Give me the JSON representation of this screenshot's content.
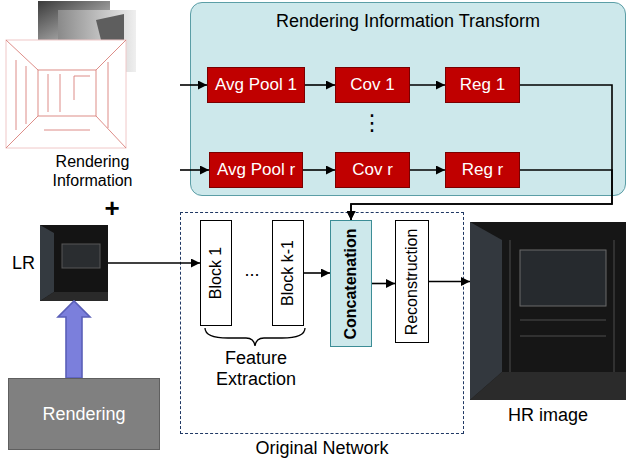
{
  "diagram": {
    "nodes": [
      {
        "text": [
          "Rendering Information"
        ]
      },
      {
        "text": [
          "Rendering Information Transform"
        ]
      },
      {
        "text": [
          "Avg Pool 1"
        ],
        "in": 1
      },
      {
        "text": [
          "Cov 1"
        ],
        "in": 1
      },
      {
        "text": [
          "Reg 1"
        ],
        "in": 1
      },
      {
        "text": [
          "Avg Pool r"
        ],
        "in": 1
      },
      {
        "text": [
          "Cov r"
        ],
        "in": 1
      },
      {
        "text": [
          "Reg r"
        ],
        "in": 1
      },
      {
        "text": [
          "LR"
        ]
      },
      {
        "text": [
          "Original Network"
        ]
      },
      {
        "text": [
          "Block 1"
        ],
        "in": 9
      },
      {
        "text": [
          "Block k-1"
        ],
        "in": 9
      },
      {
        "text": [
          "Concatenation"
        ],
        "in": 9
      },
      {
        "text": [
          "Reconstruction"
        ],
        "in": 9
      },
      {
        "text": [
          "HR image"
        ]
      },
      {
        "text": [
          "Rendering"
        ]
      }
    ],
    "edges": [
      {
        "from": 0,
        "to": 2,
        "arrow": "to"
      },
      {
        "from": 0,
        "to": 5,
        "arrow": "to"
      },
      {
        "from": 2,
        "to": 3,
        "arrow": "to"
      },
      {
        "from": 3,
        "to": 4,
        "arrow": "to"
      },
      {
        "from": 5,
        "to": 6,
        "arrow": "to"
      },
      {
        "from": 6,
        "to": 7,
        "arrow": "to"
      },
      {
        "from": 4,
        "to": 12,
        "arrow": "to"
      },
      {
        "from": 7,
        "to": 12,
        "arrow": "to"
      },
      {
        "from": 15,
        "to": 8,
        "arrow": "to"
      },
      {
        "from": 8,
        "to": 10,
        "arrow": "to"
      },
      {
        "from": 11,
        "to": 12,
        "arrow": "to"
      },
      {
        "from": 12,
        "to": 13,
        "arrow": "to"
      },
      {
        "from": 13,
        "to": 14,
        "arrow": "to"
      }
    ],
    "labels": [
      "⋮",
      "+",
      "...",
      "Feature Extraction"
    ]
  }
}
